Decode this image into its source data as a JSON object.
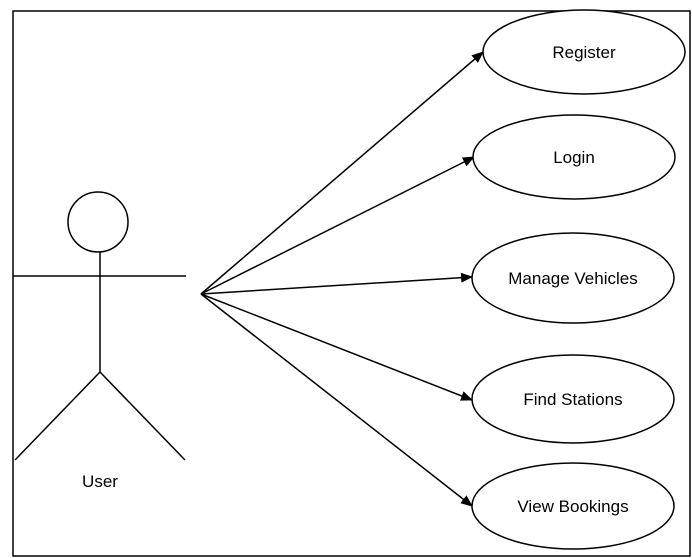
{
  "actor": {
    "label": "User"
  },
  "use_cases": [
    {
      "id": "register",
      "label": "Register"
    },
    {
      "id": "login",
      "label": "Login"
    },
    {
      "id": "manage-vehicles",
      "label": "Manage Vehicles"
    },
    {
      "id": "find-stations",
      "label": "Find Stations"
    },
    {
      "id": "view-bookings",
      "label": "View Bookings"
    }
  ],
  "colors": {
    "stroke": "#000000",
    "background": "#ffffff"
  }
}
